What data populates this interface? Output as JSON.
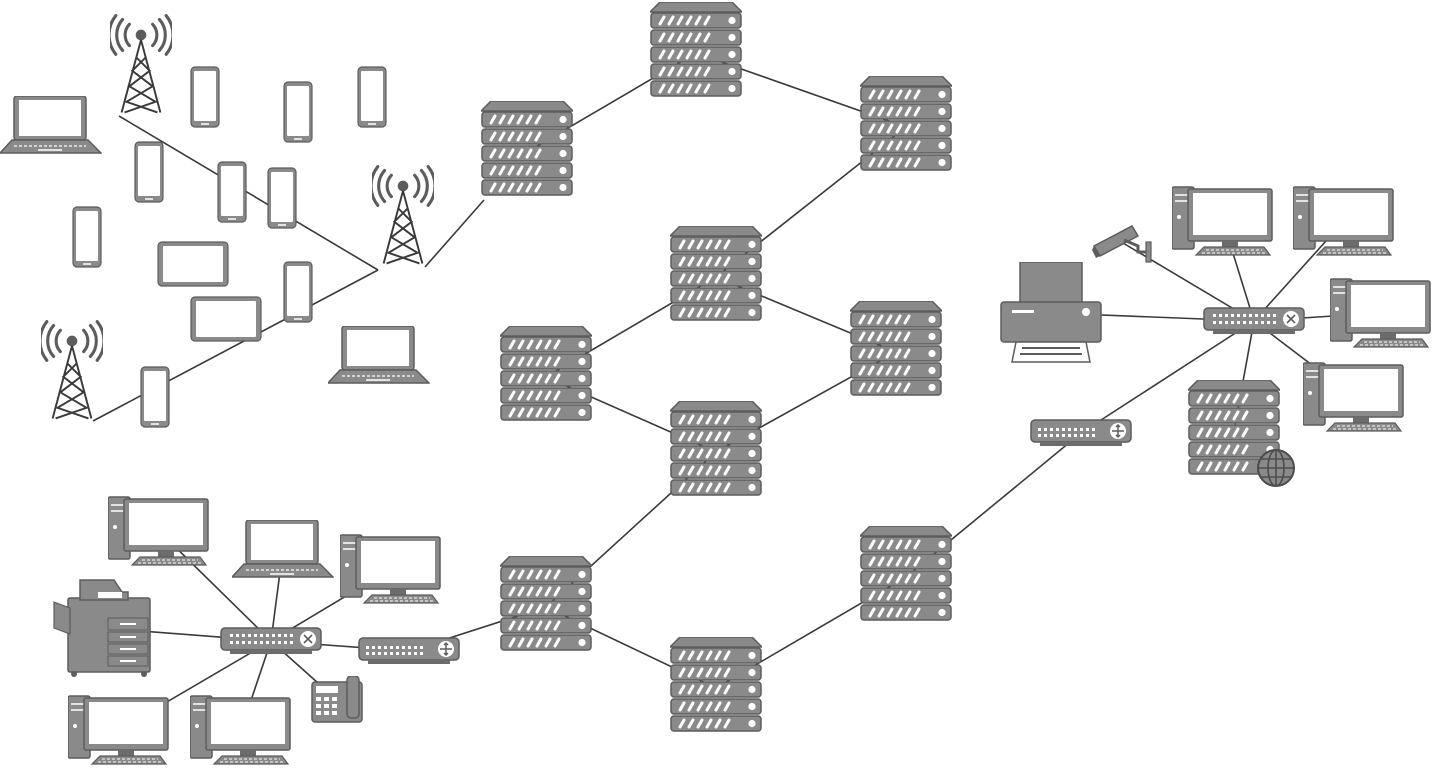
{
  "diagram": {
    "type": "network-topology",
    "colors": {
      "background": "#ffffff",
      "device_fill": "#8a8a8a",
      "device_dark": "#5c5c5c",
      "line": "#3a3a3a",
      "screen": "#ffffff"
    },
    "nodes": [
      {
        "id": "tower-1",
        "kind": "cell-tower-icon"
      },
      {
        "id": "tower-2",
        "kind": "cell-tower-icon"
      },
      {
        "id": "tower-3",
        "kind": "cell-tower-icon"
      },
      {
        "id": "laptop-1",
        "kind": "laptop-icon"
      },
      {
        "id": "laptop-2",
        "kind": "laptop-icon"
      },
      {
        "id": "laptop-3",
        "kind": "laptop-icon"
      },
      {
        "id": "phone-1",
        "kind": "smartphone-icon"
      },
      {
        "id": "phone-2",
        "kind": "smartphone-icon"
      },
      {
        "id": "phone-3",
        "kind": "smartphone-icon"
      },
      {
        "id": "phone-4",
        "kind": "smartphone-icon"
      },
      {
        "id": "phone-5",
        "kind": "smartphone-icon"
      },
      {
        "id": "phone-6",
        "kind": "smartphone-icon"
      },
      {
        "id": "phone-7",
        "kind": "smartphone-icon"
      },
      {
        "id": "phone-8",
        "kind": "smartphone-icon"
      },
      {
        "id": "phone-9",
        "kind": "smartphone-icon"
      },
      {
        "id": "tablet-1",
        "kind": "tablet-icon"
      },
      {
        "id": "tablet-2",
        "kind": "tablet-icon"
      },
      {
        "id": "server-1",
        "kind": "server-rack-icon"
      },
      {
        "id": "server-2",
        "kind": "server-rack-icon"
      },
      {
        "id": "server-3",
        "kind": "server-rack-icon"
      },
      {
        "id": "server-4",
        "kind": "server-rack-icon"
      },
      {
        "id": "server-5",
        "kind": "server-rack-icon"
      },
      {
        "id": "server-6",
        "kind": "server-rack-icon"
      },
      {
        "id": "server-7",
        "kind": "server-rack-icon"
      },
      {
        "id": "server-8",
        "kind": "server-rack-icon"
      },
      {
        "id": "server-9",
        "kind": "server-rack-icon"
      },
      {
        "id": "server-10",
        "kind": "server-rack-icon"
      },
      {
        "id": "web-server",
        "kind": "web-server-icon"
      },
      {
        "id": "switch-left",
        "kind": "network-switch-icon"
      },
      {
        "id": "router-left",
        "kind": "router-icon"
      },
      {
        "id": "switch-right",
        "kind": "network-switch-icon"
      },
      {
        "id": "router-right",
        "kind": "router-icon"
      },
      {
        "id": "pc-1",
        "kind": "desktop-computer-icon"
      },
      {
        "id": "pc-2",
        "kind": "desktop-computer-icon"
      },
      {
        "id": "pc-3",
        "kind": "desktop-computer-icon"
      },
      {
        "id": "pc-4",
        "kind": "desktop-computer-icon"
      },
      {
        "id": "pc-5",
        "kind": "desktop-computer-icon"
      },
      {
        "id": "pc-6",
        "kind": "desktop-computer-icon"
      },
      {
        "id": "pc-7",
        "kind": "desktop-computer-icon"
      },
      {
        "id": "pc-8",
        "kind": "desktop-computer-icon"
      },
      {
        "id": "copier",
        "kind": "multifunction-printer-icon"
      },
      {
        "id": "printer",
        "kind": "printer-icon"
      },
      {
        "id": "ip-phone",
        "kind": "desk-phone-icon"
      },
      {
        "id": "camera",
        "kind": "security-camera-icon"
      }
    ],
    "links": [
      [
        "tower-1",
        "tower-2"
      ],
      [
        "tower-3",
        "tower-2"
      ],
      [
        "tower-2",
        "server-1"
      ],
      [
        "server-1",
        "server-2"
      ],
      [
        "server-2",
        "server-3"
      ],
      [
        "server-3",
        "server-4"
      ],
      [
        "server-4",
        "server-5"
      ],
      [
        "server-4",
        "server-6"
      ],
      [
        "server-5",
        "server-7"
      ],
      [
        "server-6",
        "server-7"
      ],
      [
        "server-7",
        "server-8"
      ],
      [
        "server-8",
        "server-9"
      ],
      [
        "server-9",
        "server-10"
      ],
      [
        "server-8",
        "router-left"
      ],
      [
        "router-left",
        "switch-left"
      ],
      [
        "switch-left",
        "pc-1"
      ],
      [
        "switch-left",
        "laptop-3"
      ],
      [
        "switch-left",
        "pc-2"
      ],
      [
        "switch-left",
        "copier"
      ],
      [
        "switch-left",
        "pc-3"
      ],
      [
        "switch-left",
        "pc-4"
      ],
      [
        "switch-left",
        "ip-phone"
      ],
      [
        "server-10",
        "router-right"
      ],
      [
        "router-right",
        "switch-right"
      ],
      [
        "switch-right",
        "printer"
      ],
      [
        "switch-right",
        "camera"
      ],
      [
        "switch-right",
        "pc-5"
      ],
      [
        "switch-right",
        "pc-6"
      ],
      [
        "switch-right",
        "pc-7"
      ],
      [
        "switch-right",
        "pc-8"
      ],
      [
        "switch-right",
        "web-server"
      ]
    ]
  }
}
